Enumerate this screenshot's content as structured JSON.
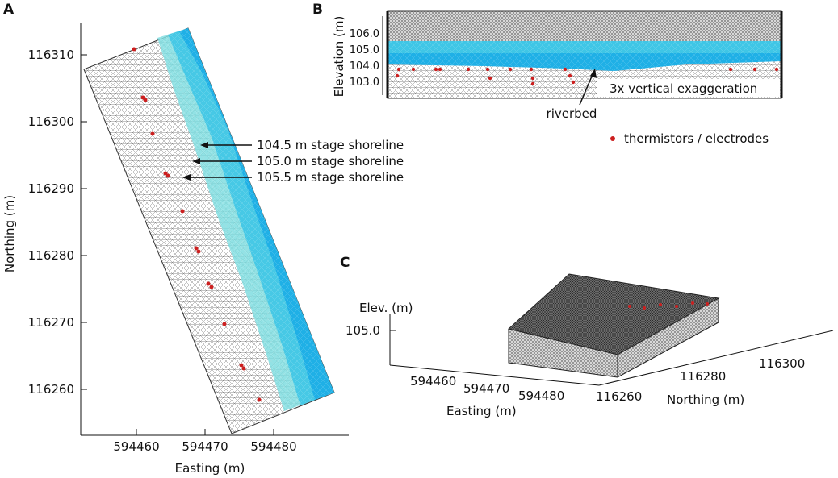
{
  "panels": {
    "a": "A",
    "b": "B",
    "c": "C"
  },
  "panel_a": {
    "xlabel": "Easting (m)",
    "ylabel": "Northing (m)",
    "x_ticks": [
      "594460",
      "594470",
      "594480"
    ],
    "y_ticks": [
      "116310",
      "116300",
      "116290",
      "116280",
      "116270",
      "116260"
    ],
    "annotations": [
      "104.5 m stage shoreline",
      "105.0 m stage shoreline",
      "105.5 m stage shoreline"
    ]
  },
  "panel_b": {
    "ylabel": "Elevation (m)",
    "y_ticks": [
      "106.0",
      "105.0",
      "104.0",
      "103.0"
    ],
    "exaggeration_note": "3x vertical exaggeration",
    "riverbed_label": "riverbed",
    "legend_label": "thermistors / electrodes",
    "legend_color": "#cc1f1f"
  },
  "panel_c": {
    "elev_label": "Elev. (m)",
    "elev_tick": "105.0",
    "easting_label": "Easting (m)",
    "easting_ticks": [
      "594460",
      "594470",
      "594480"
    ],
    "northing_label": "Northing (m)",
    "northing_ticks": [
      "116260",
      "116280",
      "116300"
    ]
  },
  "colors": {
    "water_deep": "#1fb0e6",
    "water_mid": "#3fc6e6",
    "water_shallow": "#7fdde0",
    "mesh_gray": "#9a9a9a",
    "sensor_red": "#cc1f1f"
  }
}
